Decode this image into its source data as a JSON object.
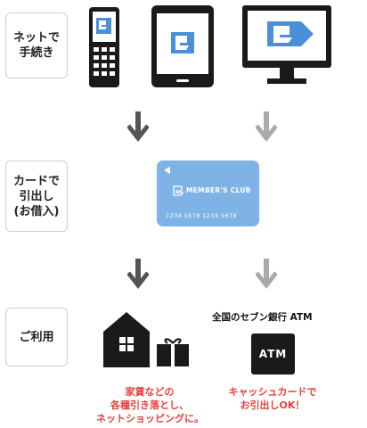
{
  "steps": [
    {
      "label_lines": [
        "ネットで",
        "手続き"
      ]
    },
    {
      "label_lines": [
        "カードで",
        "引出し",
        "(お借入)"
      ]
    },
    {
      "label_lines": [
        "ご利用"
      ]
    }
  ],
  "card": {
    "brand": "MEMBER'S CLUB",
    "number": "1234 5678 1234 5678",
    "color": "#7fb3e6"
  },
  "atm": {
    "title": "全国のセブン銀行 ATM",
    "label": "ATM",
    "caption_lines": [
      "キャッシュカードで",
      "お引出しOK！"
    ]
  },
  "home": {
    "caption_lines": [
      "家賃などの",
      "各種引き落とし、",
      "ネットショッピングに。"
    ]
  },
  "colors": {
    "accent_red": "#e8413b",
    "brand_blue": "#4a90d9",
    "arrow_dark": "#555555",
    "arrow_light": "#aaaaaa"
  },
  "icons": [
    "feature-phone-icon",
    "smartphone-icon",
    "desktop-monitor-icon",
    "house-icon",
    "gift-box-icon",
    "down-arrow-icon"
  ]
}
